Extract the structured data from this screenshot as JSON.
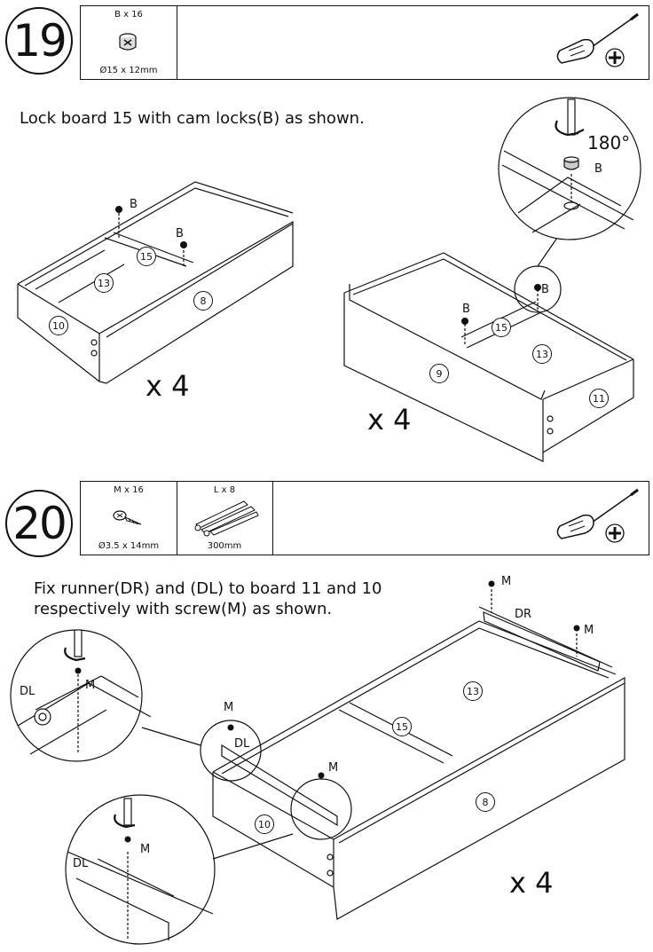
{
  "step19": {
    "number": "19",
    "part": {
      "qty": "B x 16",
      "size": "Ø15 x 12mm",
      "icon": "cam-lock-icon"
    },
    "tool_icon": "screwdriver-icon",
    "instruction": "Lock board 15 with cam locks(B) as shown.",
    "rotation": "180°",
    "multiplier_left": "x 4",
    "multiplier_right": "x 4",
    "labels": {
      "b": "B"
    },
    "boards": {
      "b8": "8",
      "b9": "9",
      "b10": "10",
      "b11": "11",
      "b13": "13",
      "b15": "15"
    }
  },
  "step20": {
    "number": "20",
    "parts": [
      {
        "qty": "M x 16",
        "size": "Ø3.5 x 14mm",
        "icon": "screw-icon"
      },
      {
        "qty": "L x 8",
        "size": "300mm",
        "icon": "drawer-runner-icon"
      }
    ],
    "tool_icon": "screwdriver-icon",
    "instruction_line1": "Fix runner(DR) and (DL) to board 11 and 10",
    "instruction_line2": "respectively with screw(M) as shown.",
    "multiplier": "x 4",
    "labels": {
      "m": "M",
      "dr": "DR",
      "dl": "DL"
    },
    "boards": {
      "b8": "8",
      "b10": "10",
      "b13": "13",
      "b15": "15"
    }
  }
}
